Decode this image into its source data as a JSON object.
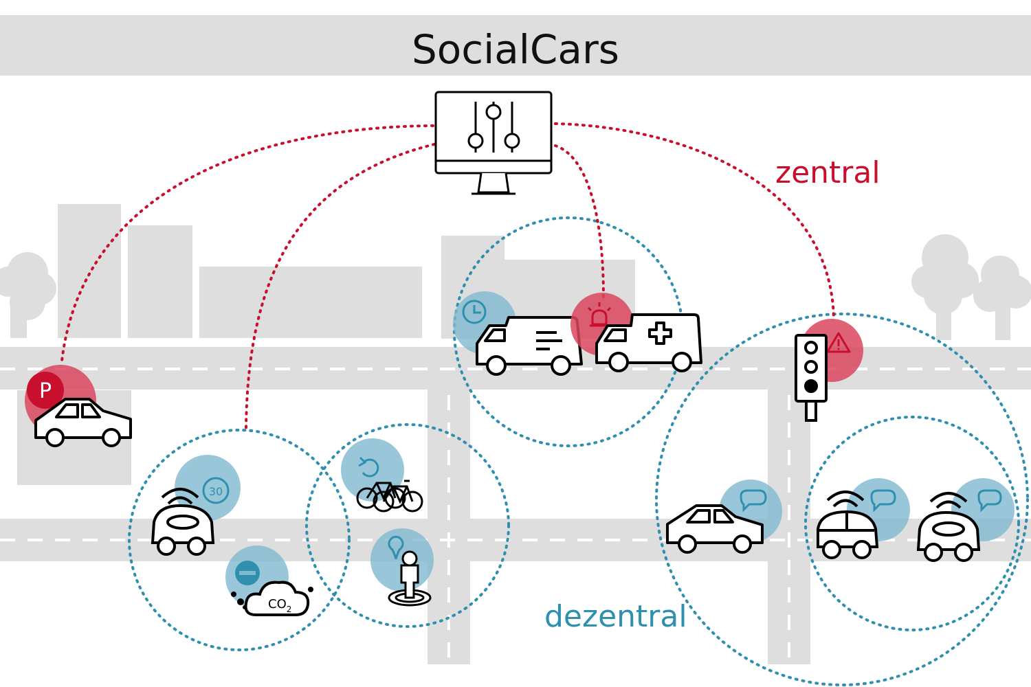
{
  "title": "SocialCars",
  "labels": {
    "central": "zentral",
    "decentral": "dezentral"
  },
  "badges": {
    "parking": "P",
    "speed_limit": "30",
    "co2_main": "CO",
    "co2_sub": "2"
  },
  "colors": {
    "central_red": "#c8102e",
    "decentral_blue": "#2e8fae",
    "bubble_red": "#d9475f",
    "bubble_blue": "#7fb9cf",
    "background_gray": "#dedede",
    "icon_black": "#000000"
  },
  "icons": [
    "computer-monitor-icon",
    "slider-controls-icon",
    "car-icon",
    "parking-icon",
    "autonomous-car-icon",
    "speed-limit-icon",
    "co2-cloud-icon",
    "no-entry-icon",
    "bicycle-icon",
    "refresh-icon",
    "pedestrian-icon",
    "location-pin-icon",
    "delivery-van-icon",
    "clock-icon",
    "ambulance-icon",
    "siren-icon",
    "traffic-light-icon",
    "warning-icon",
    "chat-bubble-icon"
  ]
}
